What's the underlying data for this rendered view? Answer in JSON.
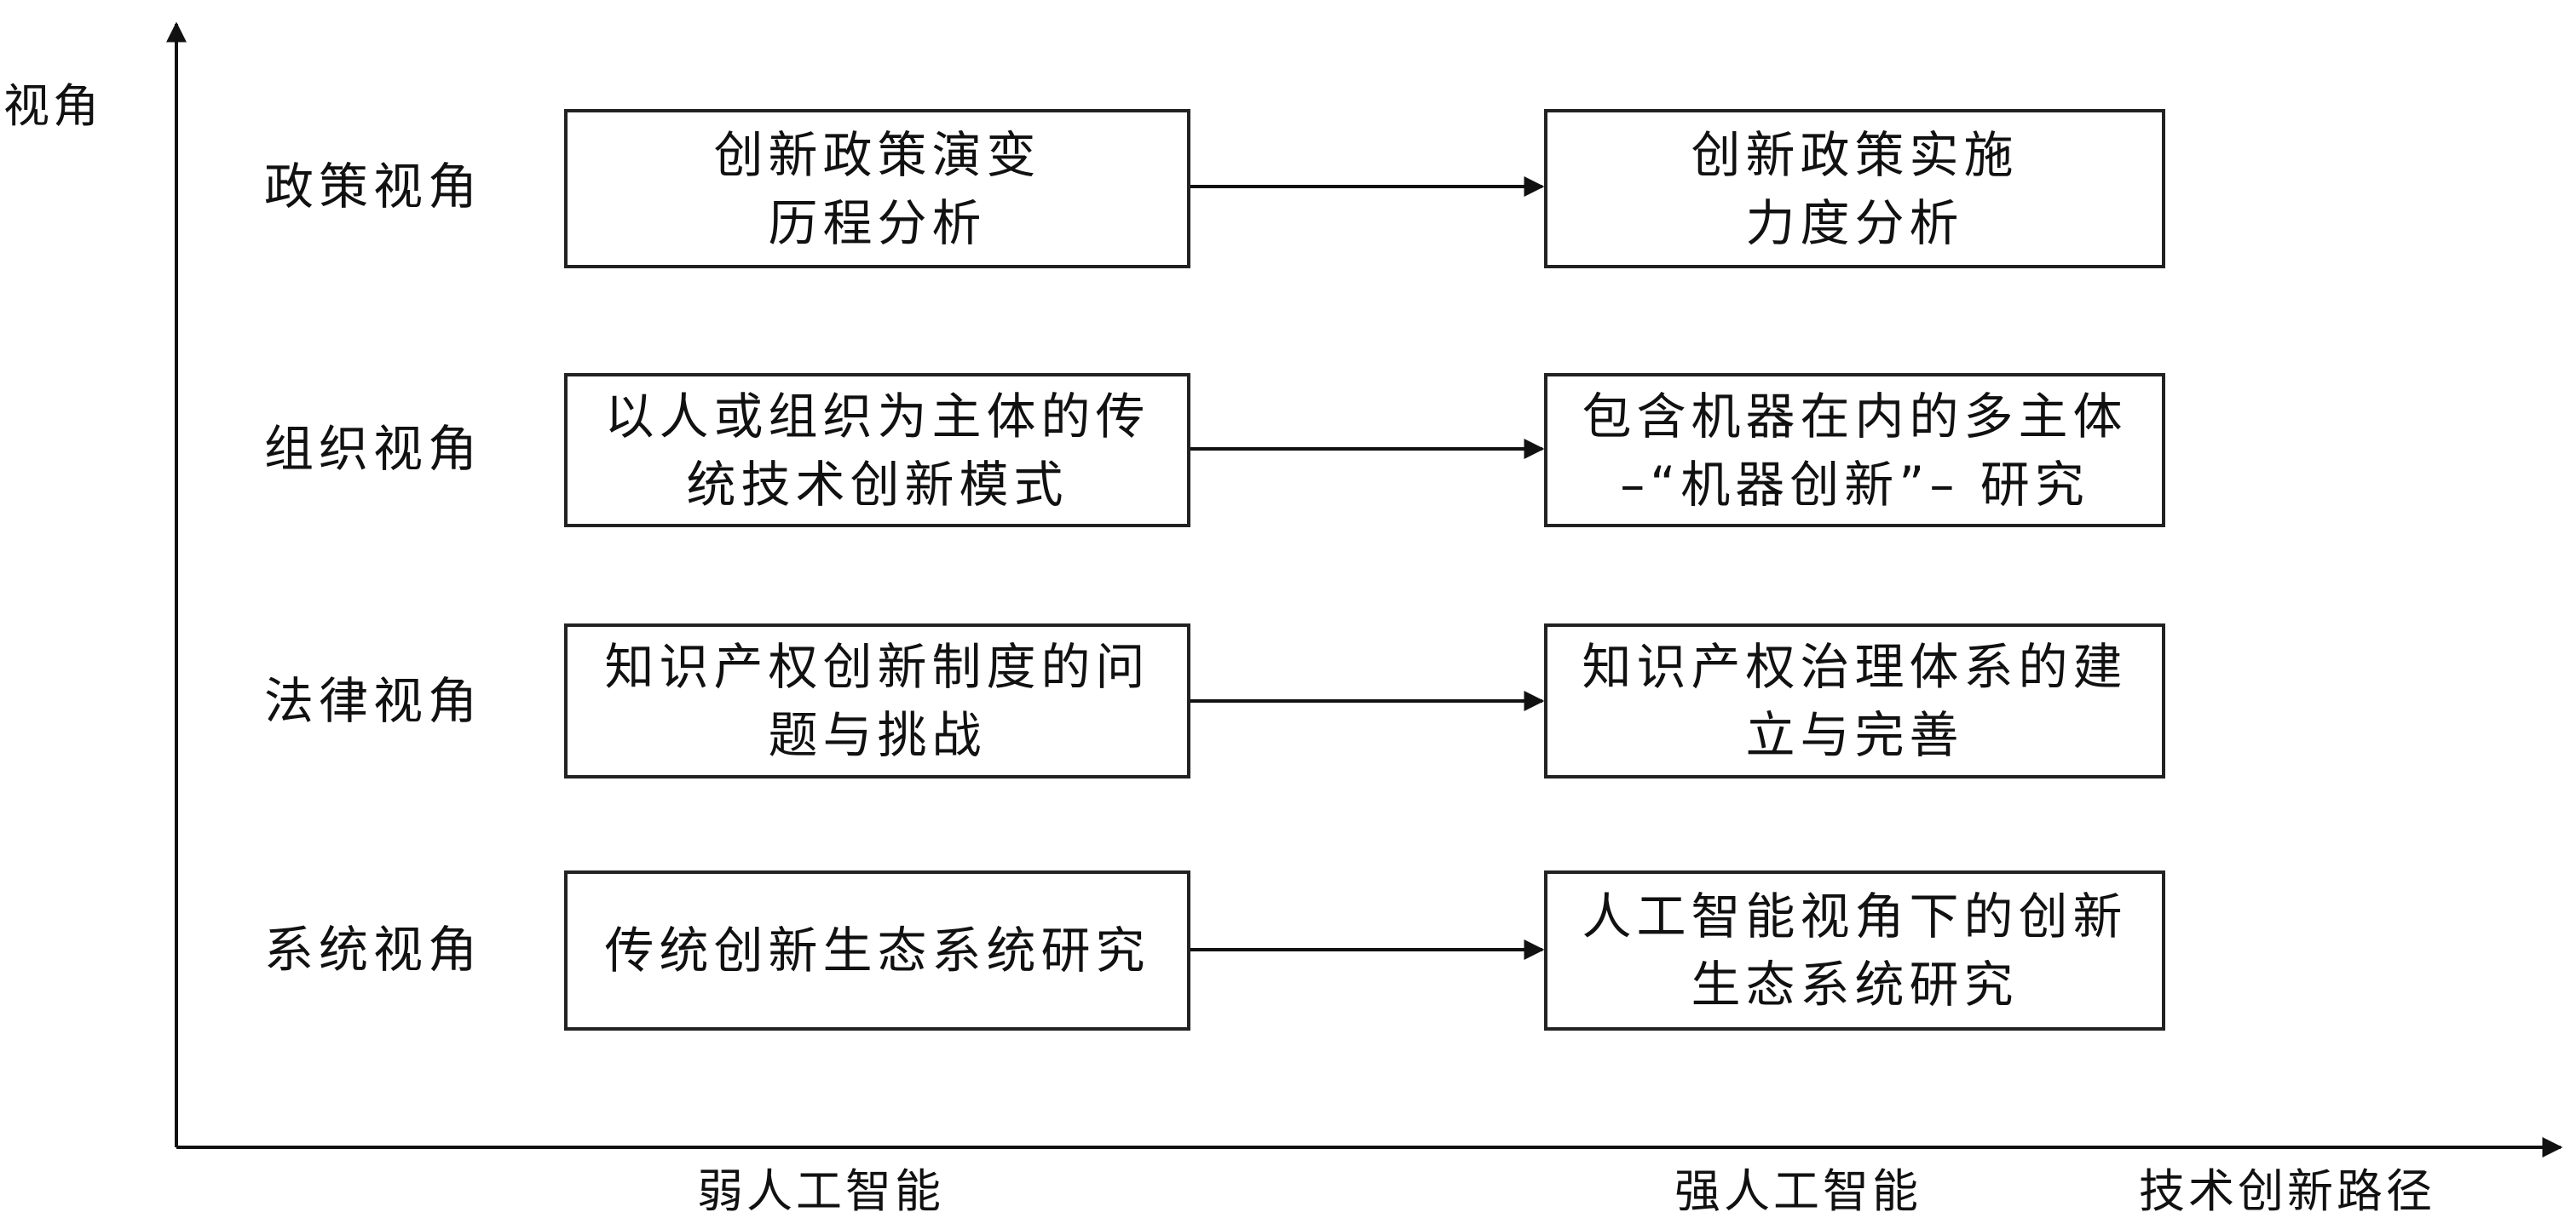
{
  "axes": {
    "y_label": "视角",
    "x_label": "技术创新路径",
    "x_ticks": [
      "弱人工智能",
      "强人工智能"
    ]
  },
  "rows": [
    {
      "perspective": "政策视角",
      "left": [
        "创新政策演变",
        "历程分析"
      ],
      "right": [
        "创新政策实施",
        "力度分析"
      ]
    },
    {
      "perspective": "组织视角",
      "left": [
        "以人或组织为主体的传",
        "统技术创新模式"
      ],
      "right": [
        "包含机器在内的多主体",
        "–“机器创新”– 研究"
      ]
    },
    {
      "perspective": "法律视角",
      "left": [
        "知识产权创新制度的问",
        "题与挑战"
      ],
      "right": [
        "知识产权治理体系的建",
        "立与完善"
      ]
    },
    {
      "perspective": "系统视角",
      "left": [
        "传统创新生态系统研究"
      ],
      "right": [
        "人工智能视角下的创新",
        "生态系统研究"
      ]
    }
  ]
}
